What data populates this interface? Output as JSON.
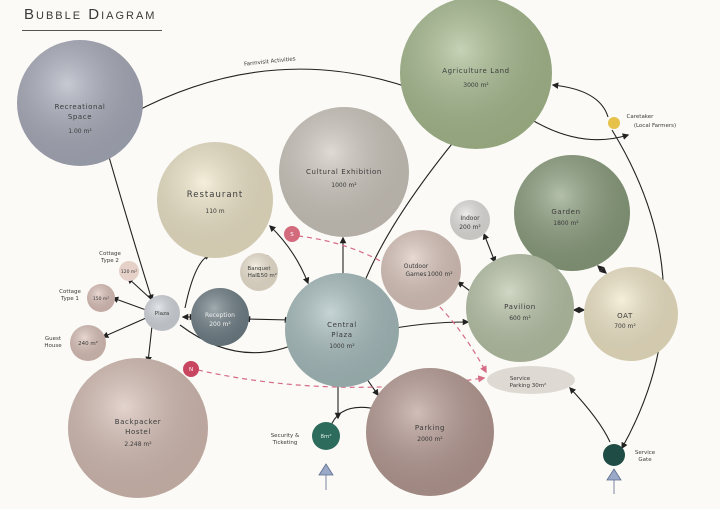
{
  "title": "Bubble Diagram",
  "bubbles": {
    "recreational": {
      "name1": "Recreational",
      "name2": "Space",
      "area": "1.00 m²",
      "color": "#a9acbb"
    },
    "agriculture": {
      "name1": "Agriculture Land",
      "area": "3000 m²",
      "color": "#a7bb8e"
    },
    "cultural": {
      "name1": "Cultural Exhibition",
      "area": "1000 m²",
      "color": "#cdc7bd"
    },
    "restaurant": {
      "name1": "Restaurant",
      "area": "110 m",
      "color": "#efe6c8"
    },
    "garden": {
      "name1": "Garden",
      "area": "1800 m²",
      "color": "#8a9d7c"
    },
    "indoor": {
      "name1": "Indoor",
      "area": "200 m²",
      "color": "#e3e2df"
    },
    "outdoor": {
      "name1": "Outdoor",
      "name2": "Games",
      "area": "1000 m²",
      "color": "#dcc7bd"
    },
    "pavilion": {
      "name1": "Pavilion",
      "area": "600 m²",
      "color": "#b8c4a7"
    },
    "oat": {
      "name1": "OAT",
      "area": "700 m²",
      "color": "#f1e7c7"
    },
    "cottage2": {
      "name1": "Cottage",
      "name2": "Type 2",
      "area": "120 m²",
      "color": "#e6d1c9"
    },
    "banquet": {
      "name1": "Banquet",
      "name2": "Hall",
      "area": "150 m²",
      "color": "#efe6d3"
    },
    "cottage1": {
      "name1": "Cottage",
      "name2": "Type 1",
      "area": "150 m²",
      "color": "#dfc3bb"
    },
    "plaza": {
      "name1": "Plaza",
      "color": "#d4d8de"
    },
    "reception": {
      "name1": "Reception",
      "area": "200 m²",
      "color": "#6e7e86"
    },
    "central": {
      "name1": "Central",
      "name2": "Plaza",
      "area": "1000 m²",
      "color": "#a7bdbe"
    },
    "guest": {
      "name1": "Guest",
      "name2": "House",
      "area": "240 m²",
      "color": "#dcc2b9"
    },
    "backpacker": {
      "name1": "Backpacker",
      "name2": "Hostel",
      "area": "2.248 m²",
      "color": "#d5bdb3"
    },
    "security": {
      "name1": "Security &",
      "name2": "Ticketing",
      "area": "8m²",
      "color": "#2d6b5c"
    },
    "parking": {
      "name1": "Parking",
      "area": "2000 m²",
      "color": "#b79a93"
    },
    "service_parking": {
      "name1": "Service",
      "name2": "Parking 30m²",
      "color": "#dfd9d3"
    },
    "service_gate": {
      "name1": "Service",
      "name2": "Gate",
      "color": "#1f4d45"
    },
    "caretaker": {
      "name1": "Caretaker",
      "name2": "(Local Farmers)",
      "color": "#e6c24a"
    },
    "marker_s": {
      "text": "S",
      "color": "#d36b7d"
    },
    "marker_n": {
      "text": "N",
      "color": "#c94660"
    }
  },
  "annotations": {
    "farm_link": "Farmvisit   Activities"
  },
  "colors": {
    "line": "#222222",
    "dashed": "#d56b84",
    "entry_arrow": "#9aa9c8"
  }
}
